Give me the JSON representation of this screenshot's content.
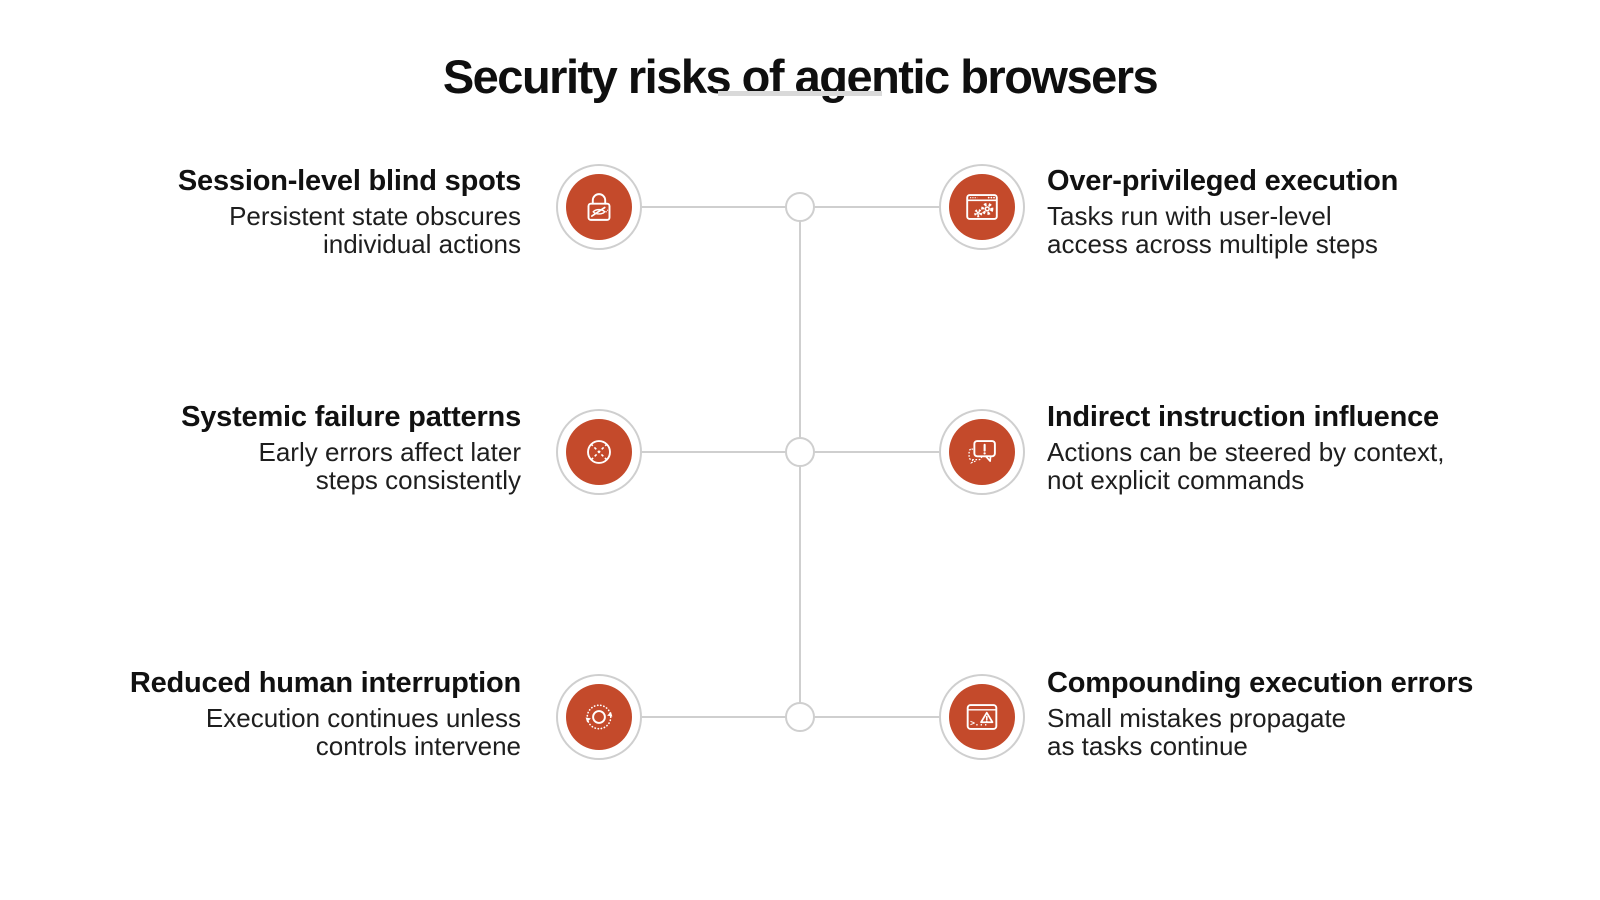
{
  "title": "Security risks of agentic browsers",
  "colors": {
    "accent": "#c44a2b",
    "connector": "#cfcfcf",
    "ring": "#cfcfcf",
    "underline": "#d9d9d9",
    "heading_text": "#111111",
    "body_text": "#1e1e1e"
  },
  "rows": [
    {
      "left": {
        "heading": "Session-level blind spots",
        "desc_line1": "Persistent state obscures",
        "desc_line2": "individual actions",
        "icon": "lock-hidden-eye-icon"
      },
      "right": {
        "heading": "Over-privileged execution",
        "desc_line1": "Tasks run with user-level",
        "desc_line2": "access across multiple steps",
        "icon": "browser-gears-icon"
      }
    },
    {
      "left": {
        "heading": "Systemic failure patterns",
        "desc_line1": "Early errors affect later",
        "desc_line2": "steps consistently",
        "icon": "circle-x-icon"
      },
      "right": {
        "heading": "Indirect instruction influence",
        "desc_line1": "Actions can be steered by context,",
        "desc_line2": "not explicit commands",
        "icon": "chat-warning-icon"
      }
    },
    {
      "left": {
        "heading": "Reduced human interruption",
        "desc_line1": "Execution continues unless",
        "desc_line2": "controls intervene",
        "icon": "refresh-cycle-icon"
      },
      "right": {
        "heading": "Compounding execution errors",
        "desc_line1": "Small mistakes propagate",
        "desc_line2": "as tasks continue",
        "icon": "terminal-error-icon"
      }
    }
  ]
}
